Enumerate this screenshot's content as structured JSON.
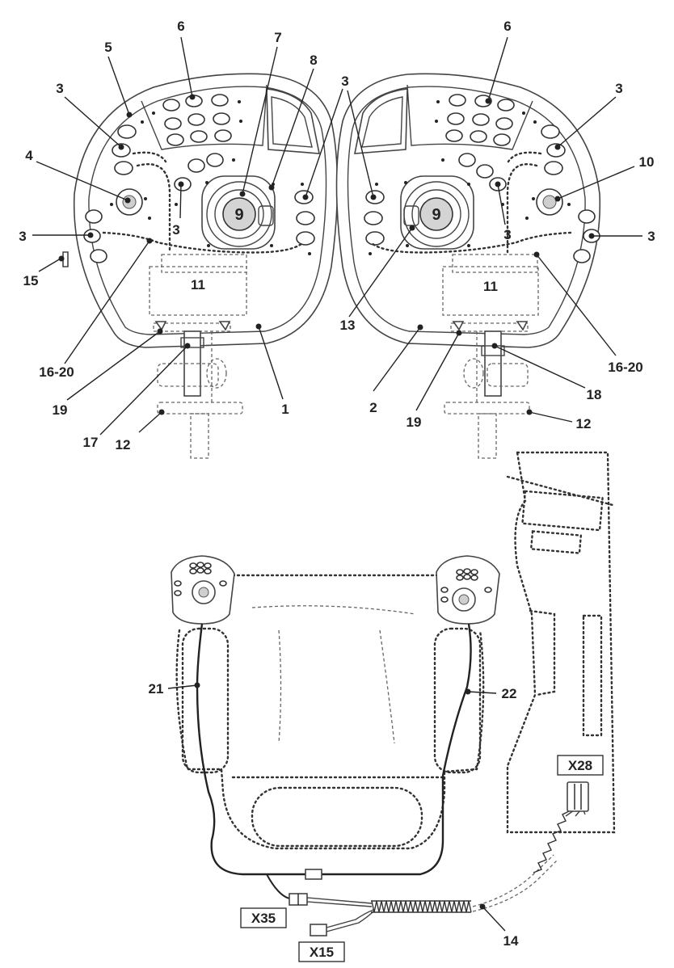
{
  "labels": {
    "l1": "1",
    "l2": "2",
    "l3": "3",
    "l4": "4",
    "l5": "5",
    "l6": "6",
    "l7": "7",
    "l8": "8",
    "l9": "9",
    "l10": "10",
    "l11": "11",
    "l12": "12",
    "l13": "13",
    "l14": "14",
    "l15": "15",
    "l16_20": "16-20",
    "l17": "17",
    "l18": "18",
    "l19": "19",
    "l21": "21",
    "l22": "22"
  },
  "connectors": {
    "x28": "X28",
    "x35": "X35",
    "x15": "X15"
  }
}
